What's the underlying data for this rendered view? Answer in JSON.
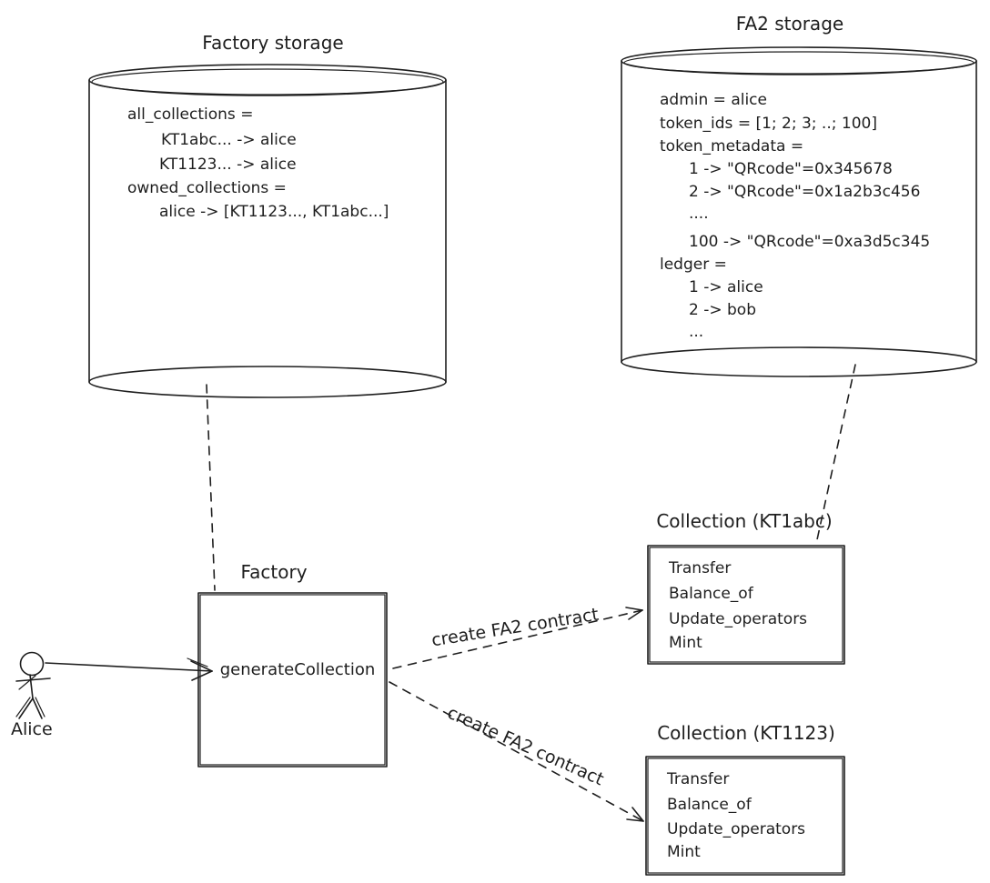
{
  "factory_storage": {
    "title": "Factory storage",
    "lines": [
      "all_collections =",
      "KT1abc... -> alice",
      "KT1123... -> alice",
      "owned_collections =",
      "alice -> [KT1123..., KT1abc...]"
    ]
  },
  "fa2_storage": {
    "title": "FA2 storage",
    "lines": [
      "admin = alice",
      "token_ids = [1; 2; 3; ..; 100]",
      "token_metadata =",
      "1 -> \"QRcode\"=0x345678",
      "2 -> \"QRcode\"=0x1a2b3c456",
      "....",
      "100 -> \"QRcode\"=0xa3d5c345",
      "ledger =",
      "1 -> alice",
      "2 -> bob",
      "..."
    ]
  },
  "factory": {
    "title": "Factory",
    "entrypoint": "generateCollection"
  },
  "collection_kt1abc": {
    "title": "Collection (KT1abc)",
    "entrypoints": [
      "Transfer",
      "Balance_of",
      "Update_operators",
      "Mint"
    ]
  },
  "collection_kt1123": {
    "title": "Collection (KT1123)",
    "entrypoints": [
      "Transfer",
      "Balance_of",
      "Update_operators",
      "Mint"
    ]
  },
  "actor": {
    "label": "Alice"
  },
  "edges": {
    "top_label": "create FA2 contract",
    "bottom_label": "create FA2 contract"
  },
  "colors": {
    "stroke": "#1e1e1e",
    "background": "#ffffff"
  }
}
